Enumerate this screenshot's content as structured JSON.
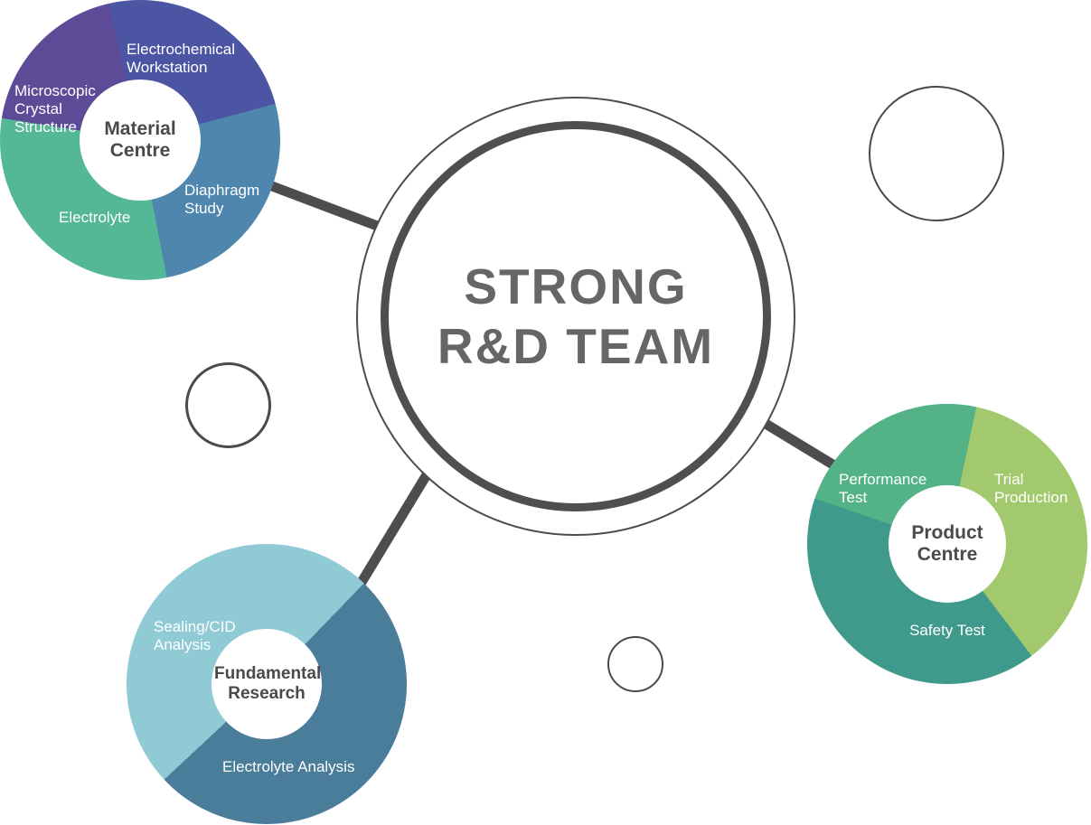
{
  "center_circle": {
    "title_lines": [
      "STRONG",
      "R&D TEAM"
    ],
    "text_color": "#666666",
    "ring_color": "#4d4d4d"
  },
  "connector_color": "#4d4d4d",
  "charts": [
    {
      "id": "material-centre",
      "center_label": "Material Centre",
      "from_deg": 347,
      "segments": [
        {
          "label": "Electrochemical Workstation",
          "color": "#4c55a4",
          "start": 0,
          "end": 88
        },
        {
          "label": "Diaphragm Study",
          "color": "#4e86ad",
          "start": 88,
          "end": 182
        },
        {
          "label": "Electrolyte",
          "color": "#54b795",
          "start": 182,
          "end": 292
        },
        {
          "label": "Microscopic Crystal Structure",
          "color": "#5d4b97",
          "start": 292,
          "end": 360
        }
      ]
    },
    {
      "id": "fundamental-research",
      "center_label": "Fundamental Research",
      "from_deg": 44,
      "segments": [
        {
          "label": "Electrolyte Analysis",
          "color": "#4a7d99",
          "start": 0,
          "end": 183
        },
        {
          "label": "Sealing/CID Analysis",
          "color": "#90cbd5",
          "start": 183,
          "end": 360
        }
      ]
    },
    {
      "id": "product-centre",
      "center_label": "Product Centre",
      "from_deg": 12,
      "segments": [
        {
          "label": "Trial Production",
          "color": "#a3c96e",
          "start": 0,
          "end": 131
        },
        {
          "label": "Safety Test",
          "color": "#3f9a8b",
          "start": 131,
          "end": 277
        },
        {
          "label": "Performance Test",
          "color": "#54b287",
          "start": 277,
          "end": 360
        }
      ]
    }
  ]
}
